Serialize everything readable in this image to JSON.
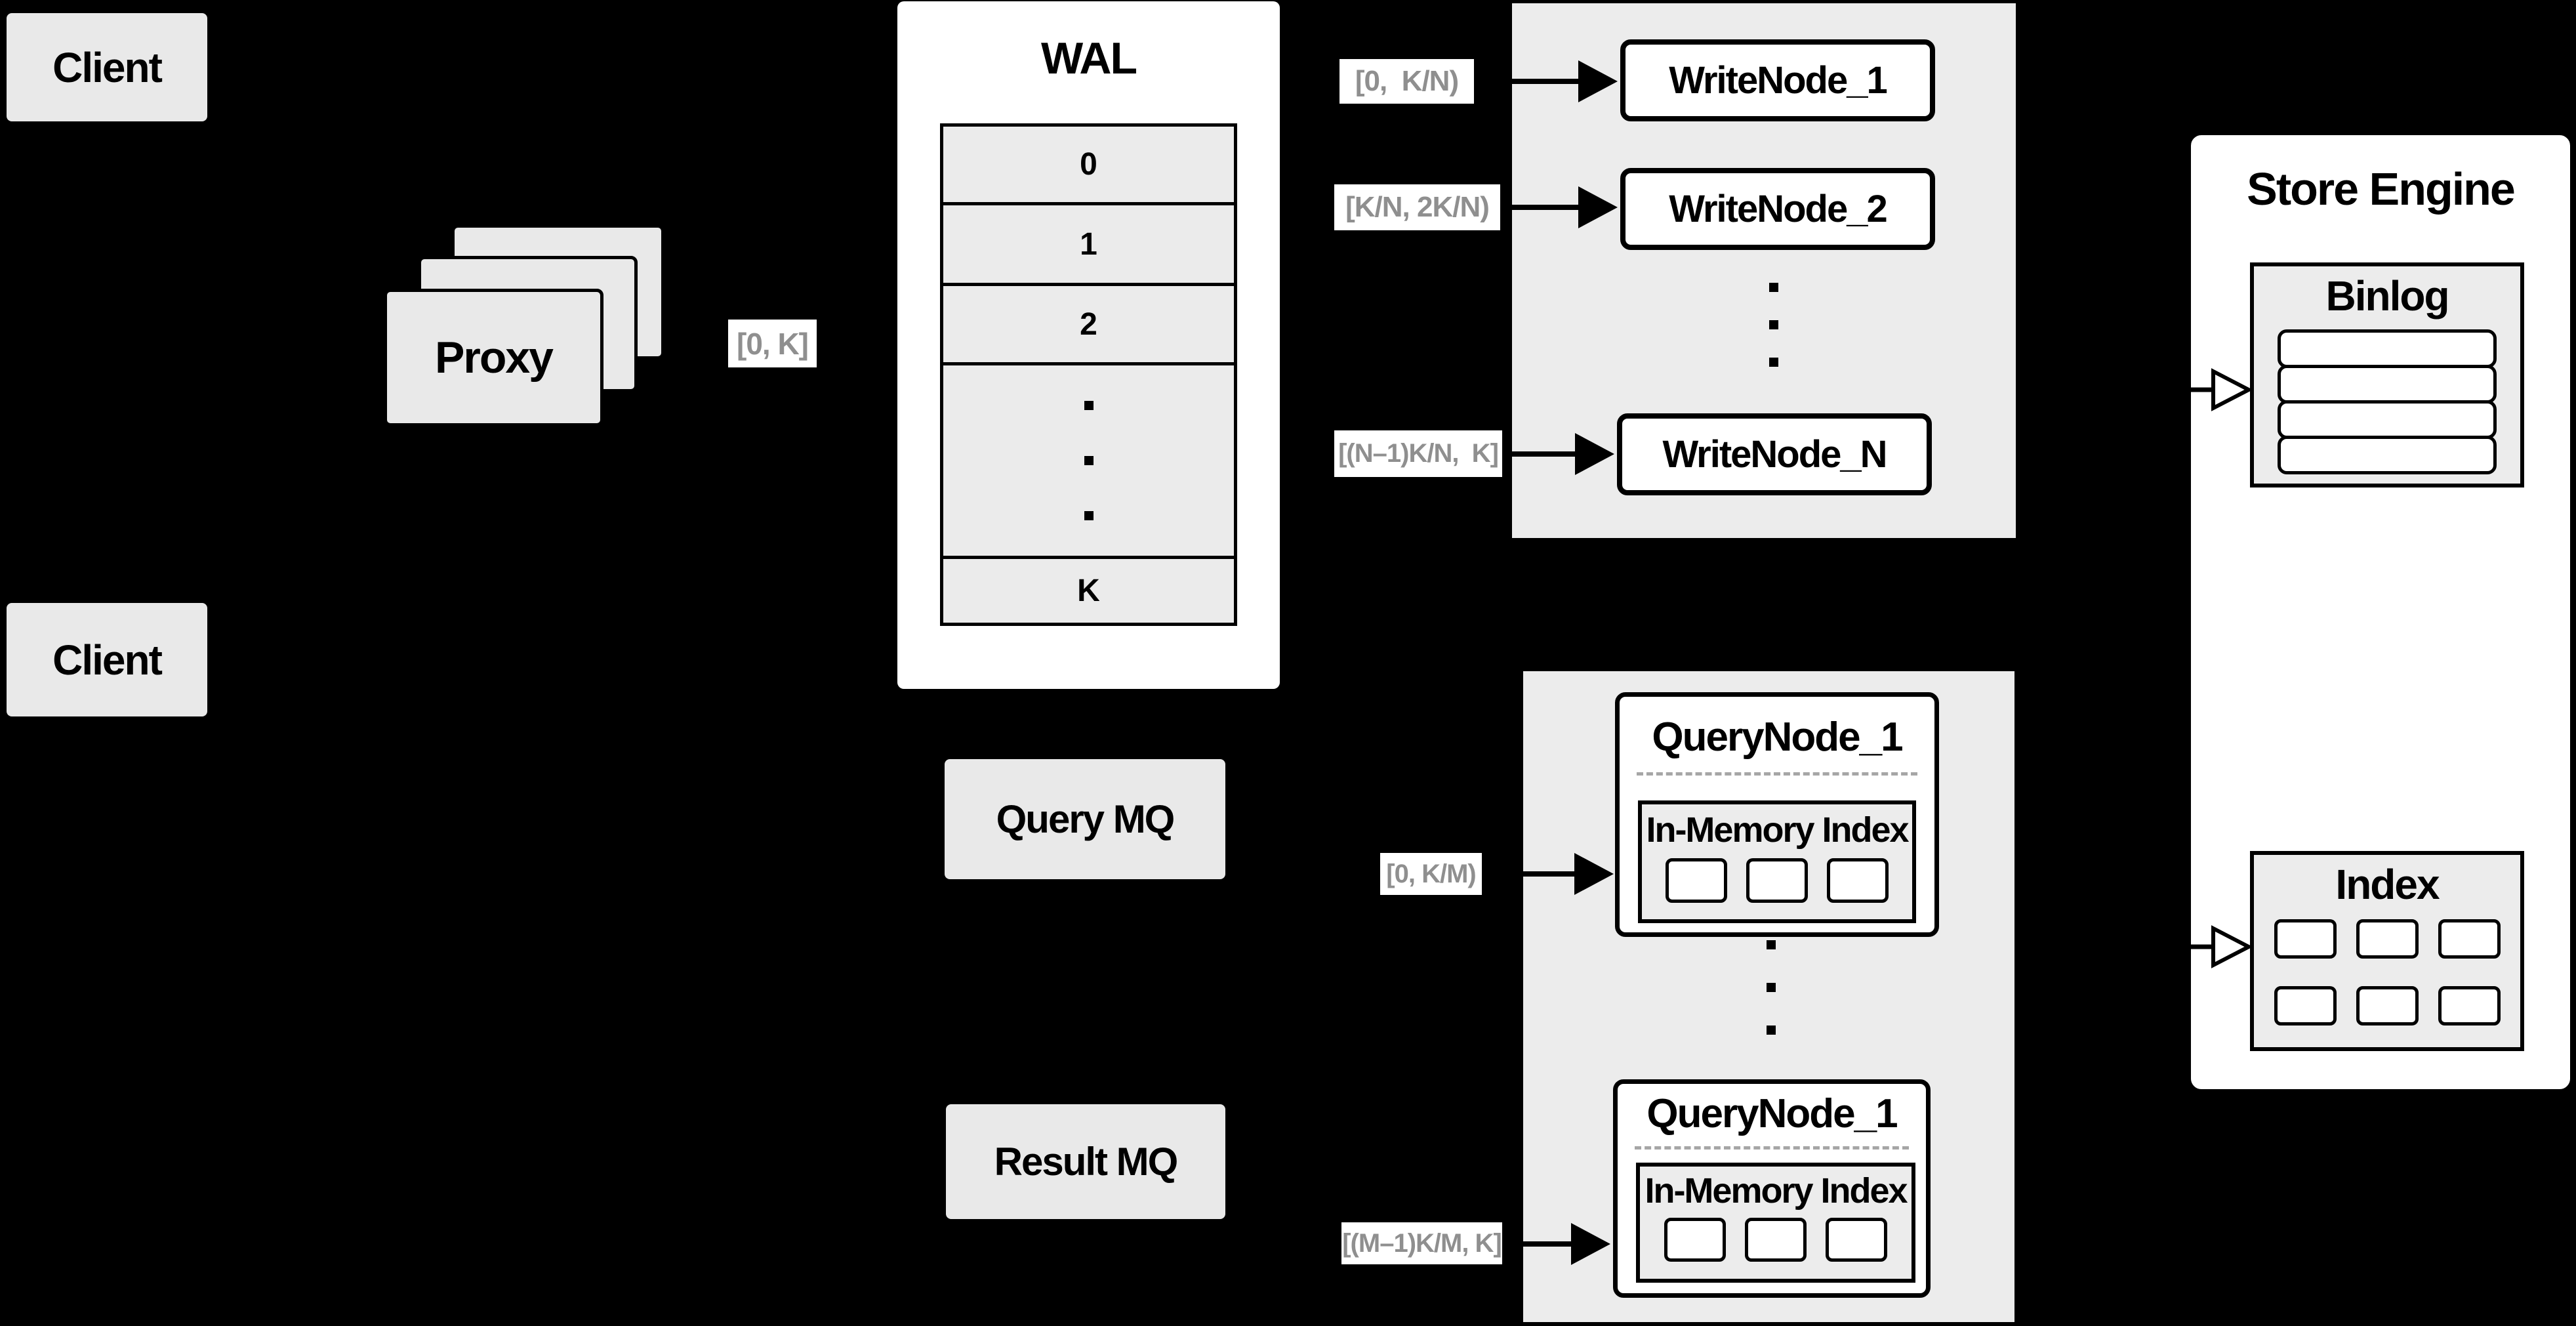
{
  "colors": {
    "background": "#000000",
    "panel_gray": "#ececec",
    "box_gray": "#e9e9e9",
    "wal_row_gray": "#ebebeb",
    "node_white": "#ffffff",
    "line_black": "#000000",
    "range_label_text": "#8f8f8f"
  },
  "clients": {
    "top_label": "Client",
    "bottom_label": "Client"
  },
  "proxy": {
    "label": "Proxy"
  },
  "edge_labels": {
    "proxy_to_wal": "[0, K]",
    "wal_to_writenode_1": "[0,  K/N)",
    "wal_to_writenode_2": "[K/N, 2K/N)",
    "wal_to_writenode_n": "[(N–1)K/N,  K]",
    "querymq_to_querynode_1": "[0, K/M)",
    "querymq_to_querynode_m": "[(M–1)K/M, K]"
  },
  "wal": {
    "title": "WAL",
    "segments": [
      "0",
      "1",
      "2"
    ],
    "last_segment": "K"
  },
  "write_panel": {
    "node_1": "WriteNode_1",
    "node_2": "WriteNode_2",
    "node_n": "WriteNode_N"
  },
  "mq": {
    "query_label": "Query MQ",
    "result_label": "Result MQ"
  },
  "query_panel": {
    "top_node": {
      "title": "QueryNode_1",
      "index_title": "In-Memory Index"
    },
    "bottom_node": {
      "title": "QueryNode_1",
      "index_title": "In-Memory Index"
    }
  },
  "store_engine": {
    "title": "Store Engine",
    "binlog_title": "Binlog",
    "index_title": "Index"
  }
}
